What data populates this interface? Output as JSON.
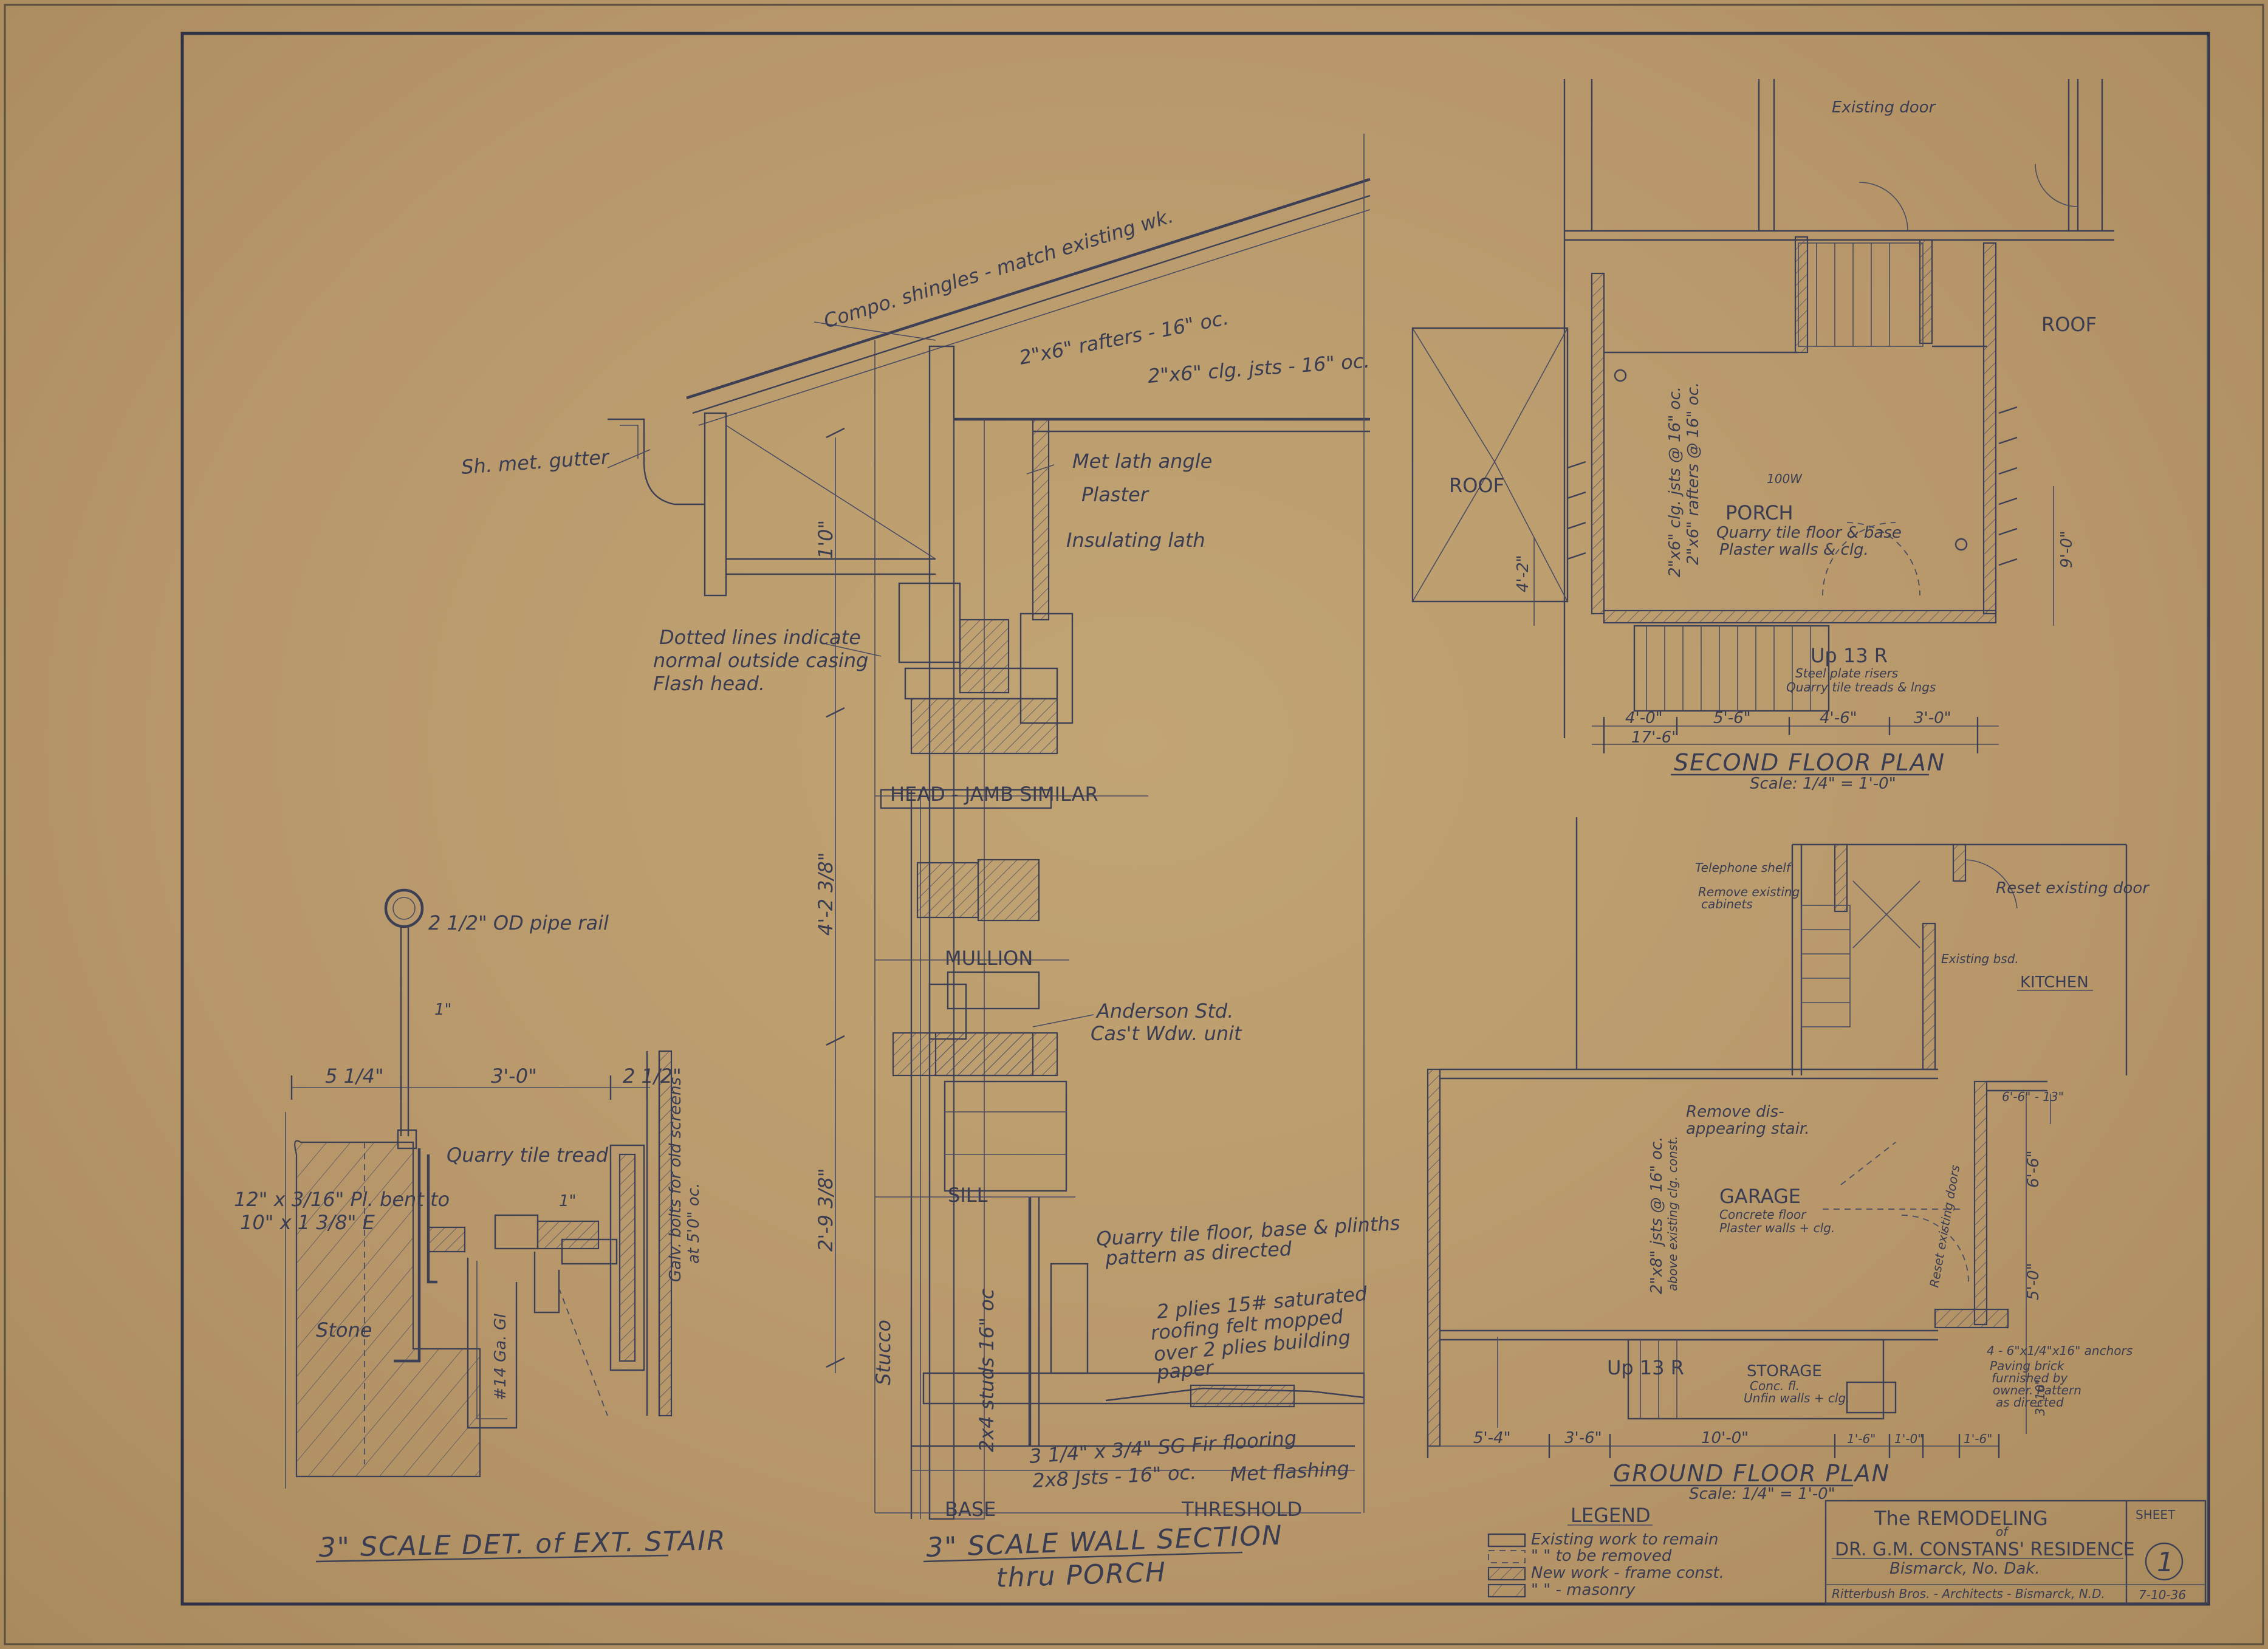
{
  "wall_section": {
    "labels": {
      "shingles": "Compo. shingles - match existing wk.",
      "rafters": "2\"x6\" rafters - 16\" oc.",
      "clg_joists": "2\"x6\" clg. jsts - 16\" oc.",
      "gutter": "Sh. met. gutter",
      "lath_angle": "Met lath angle",
      "plaster": "Plaster",
      "insulating_lath": "Insulating lath",
      "dotted_1": "Dotted lines indicate",
      "dotted_2": "normal outside casing",
      "dotted_3": "Flash head.",
      "head_jamb": "HEAD - JAMB SIMILAR",
      "mullion": "MULLION",
      "anderson_1": "Anderson Std.",
      "anderson_2": "Cas't Wdw. unit",
      "sill": "SILL",
      "quarry_floor_1": "Quarry tile floor, base & plinths",
      "quarry_floor_2": "pattern as directed",
      "felt_1": "2 plies 15# saturated",
      "felt_2": "roofing felt mopped",
      "felt_3": "over 2 plies building",
      "felt_4": "paper",
      "stucco": "Stucco",
      "studs": "2x4 studs 16\" oc",
      "flooring": "3 1/4\" x 3/4\" SG Fir flooring",
      "joists": "2x8 Jsts - 16\" oc.",
      "flashing": "Met flashing",
      "base": "BASE",
      "threshold": "THRESHOLD",
      "dim_10": "1'0\"",
      "dim_428": "4'-2 3/8\"",
      "dim_298": "2'-9 3/8\"",
      "title_1": "3\" SCALE WALL SECTION",
      "title_2": "thru PORCH"
    }
  },
  "stair_detail": {
    "labels": {
      "pipe_rail": "2 1/2\" OD pipe rail",
      "tread": "Quarry tile tread",
      "plate_1": "12\" x 3/16\" Pl. bent to",
      "plate_2": "10\" x 1 3/8\" E",
      "stone": "Stone",
      "bolts_1": "Galv. bolts for old screens",
      "bolts_2": "at 5'0\" oc.",
      "ga": "#14 Ga. GI",
      "dim_54": "5 1/4\"",
      "dim_30": "3'-0\"",
      "dim_2": "2 1/2\"",
      "dim_1": "1\"",
      "dim_16": "1\"",
      "title": "3\" SCALE DET. of EXT. STAIR"
    }
  },
  "second_floor": {
    "labels": {
      "existing_door": "Existing door",
      "roof_right": "ROOF",
      "roof_left": "ROOF",
      "porch": "PORCH",
      "porch_note_1": "Quarry tile floor & base",
      "porch_note_2": "Plaster walls & clg.",
      "joists_note_1": "2\"x6\" clg. jsts @ 16\" oc.",
      "joists_note_2": "2\"x6\" rafters @ 16\" oc.",
      "up_stair": "Up 13 R",
      "stair_note_1": "Steel plate risers",
      "stair_note_2": "Quarry tile treads & lngs",
      "dims": [
        "4'-0\"",
        "5'-6\"",
        "4'-6\"",
        "3'-0\""
      ],
      "dim_total": "17'-6\"",
      "dim_42": "4'-2\"",
      "dim_90": "9'-0\"",
      "light": "100W",
      "title": "SECOND FLOOR PLAN",
      "scale": "Scale: 1/4\" = 1'-0\""
    }
  },
  "ground_floor": {
    "labels": {
      "telephone_1": "Telephone shelf",
      "telephone_2": "Remove existing",
      "telephone_3": "cabinets",
      "reset_door": "Reset existing door",
      "existing_bsmt": "Existing bsd.",
      "kitchen": "KITCHEN",
      "remove_stair_1": "Remove dis-",
      "remove_stair_2": "appearing stair.",
      "garage": "GARAGE",
      "garage_note_1": "Concrete floor",
      "garage_note_2": "Plaster walls + clg.",
      "garage_joists_1": "2\"x8\" jsts @ 16\" oc.",
      "garage_joists_2": "above existing clg. const.",
      "reset_overhead": "Reset existing doors",
      "up_stair": "Up 13 R",
      "storage": "STORAGE",
      "storage_note_1": "Conc. fl.",
      "storage_note_2": "Unfin walls + clg.",
      "anchors_1": "4 - 6\"x1/4\"x16\" anchors",
      "anchors_2": "Paving brick",
      "anchors_3": "furnished by",
      "anchors_4": "owner. Pattern",
      "anchors_5": "as directed",
      "dims": [
        "5'-4\"",
        "3'-6\"",
        "10'-0\"",
        "1'-6\"",
        "1'-0\"",
        "1'-6\""
      ],
      "dim_66": "6'-6\"",
      "dim_50": "5'-0\"",
      "dim_316": "3'-10\"",
      "dim_13": "6'-6\" - 13\"",
      "title": "GROUND FLOOR PLAN",
      "scale": "Scale: 1/4\" = 1'-0\""
    }
  },
  "legend": {
    "title": "LEGEND",
    "items": [
      "Existing work to remain",
      "\"  \"  to be removed",
      "New work - frame const.",
      "\"  \"  - masonry"
    ]
  },
  "title_block": {
    "line_1": "The REMODELING",
    "line_2": "of",
    "line_3": "DR. G.M. CONSTANS' RESIDENCE",
    "line_4": "Bismarck,     No. Dak.",
    "line_5": "Ritterbush Bros. - Architects - Bismarck, N.D.",
    "sheet_label": "SHEET",
    "sheet_no": "1",
    "date": "7-10-36"
  }
}
